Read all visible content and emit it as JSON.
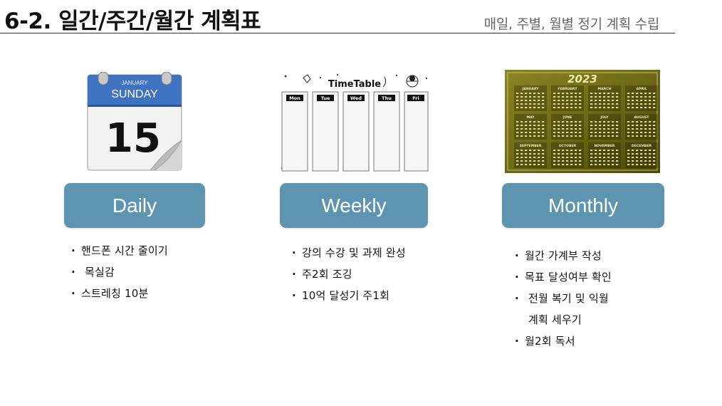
{
  "header": {
    "title": "6-2. 일간/주간/월간 계획표",
    "subtitle": "매일, 주별, 월별 정기 계획 수립"
  },
  "daily": {
    "calendar_month": "JANUARY",
    "calendar_day_name": "SUNDAY",
    "calendar_day_number": "15",
    "button_label": "Daily",
    "items": [
      "핸드폰 시간 줄이기",
      "목실감",
      "스트레칭 10분"
    ]
  },
  "weekly": {
    "timetable_title": "TimeTable",
    "days": [
      "Mon",
      "Tue",
      "Wed",
      "Thu",
      "Fri"
    ],
    "button_label": "Weekly",
    "items": [
      "강의 수강 및 과제 완성",
      "주2회 조깅",
      "10억 달성기 주1회"
    ]
  },
  "monthly": {
    "year": "2023",
    "months": [
      "JANUARY",
      "FEBRUARY",
      "MARCH",
      "APRIL",
      "MAY",
      "JUNE",
      "JULY",
      "AUGUST",
      "SEPTEMBER",
      "OCTOBER",
      "NOVEMBER",
      "DECEMBER"
    ],
    "button_label": "Monthly",
    "items": [
      "월간 가계부 작성",
      "목표 달성여부 확인",
      "전월 복기 및 익월",
      "계획 세우기",
      "월2회 독서"
    ]
  },
  "bullet": "·",
  "colors": {
    "button": "#5d95b1",
    "calendar_blue": "#3f73c2",
    "olive": "#77701a"
  }
}
